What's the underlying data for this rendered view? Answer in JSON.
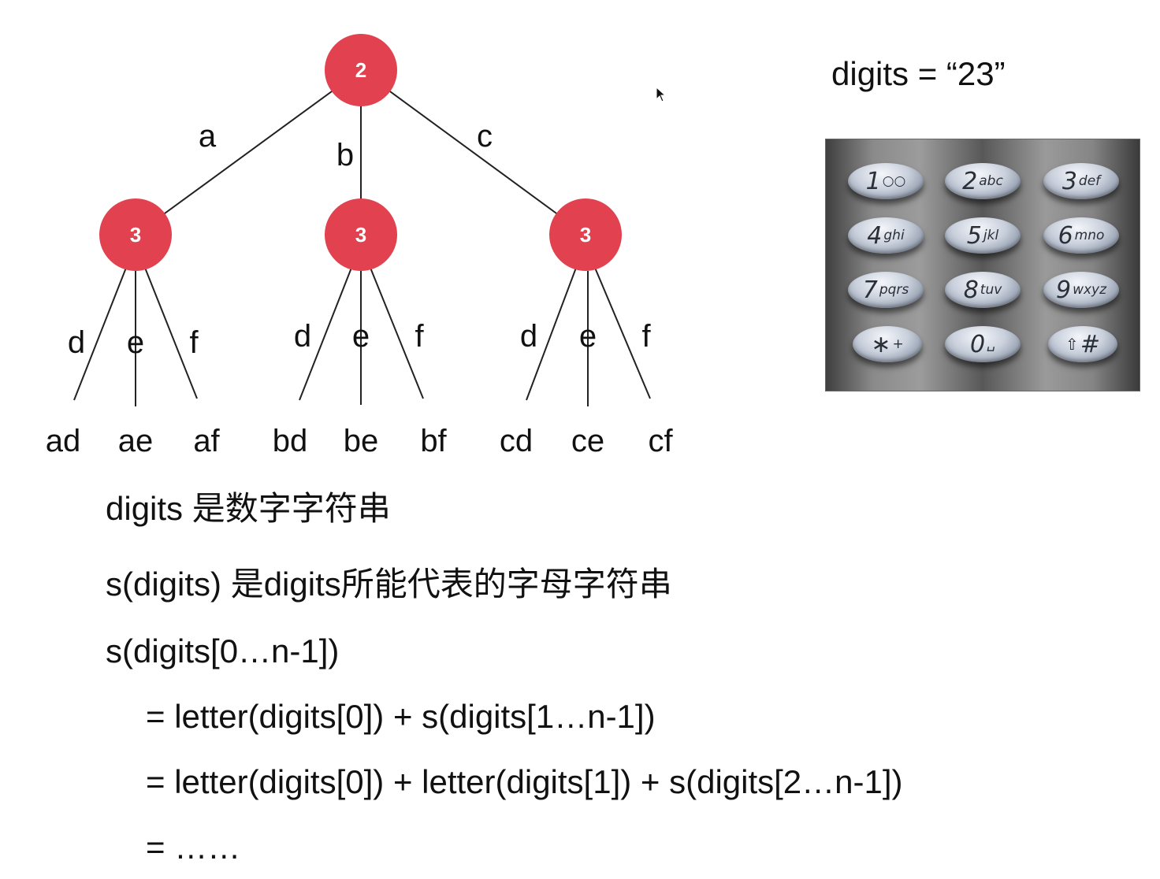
{
  "tree": {
    "root": {
      "label": "2"
    },
    "children": [
      {
        "label": "3",
        "edge": "a",
        "branches": [
          "d",
          "e",
          "f"
        ],
        "leaves": [
          "ad",
          "ae",
          "af"
        ]
      },
      {
        "label": "3",
        "edge": "b",
        "branches": [
          "d",
          "e",
          "f"
        ],
        "leaves": [
          "bd",
          "be",
          "bf"
        ]
      },
      {
        "label": "3",
        "edge": "c",
        "branches": [
          "d",
          "e",
          "f"
        ],
        "leaves": [
          "cd",
          "ce",
          "cf"
        ]
      }
    ],
    "node_color": "#e2414f"
  },
  "digits_label": "digits = “23”",
  "keypad": {
    "keys": [
      {
        "num": "1",
        "sub": "○○"
      },
      {
        "num": "2",
        "sub": "abc"
      },
      {
        "num": "3",
        "sub": "def"
      },
      {
        "num": "4",
        "sub": "ghi"
      },
      {
        "num": "5",
        "sub": "jkl"
      },
      {
        "num": "6",
        "sub": "mno"
      },
      {
        "num": "7",
        "sub": "pqrs"
      },
      {
        "num": "8",
        "sub": "tuv"
      },
      {
        "num": "9",
        "sub": "wxyz"
      },
      {
        "num": "∗",
        "sub": "+"
      },
      {
        "num": "0",
        "sub": "␣"
      },
      {
        "num": "⇧",
        "sub": "#"
      }
    ]
  },
  "lines": [
    "digits 是数字字符串",
    "s(digits) 是digits所能代表的字母字符串",
    "s(digits[0…n-1])",
    "= letter(digits[0]) + s(digits[1…n-1])",
    "= letter(digits[0]) + letter(digits[1]) + s(digits[2…n-1])",
    "= ……"
  ]
}
